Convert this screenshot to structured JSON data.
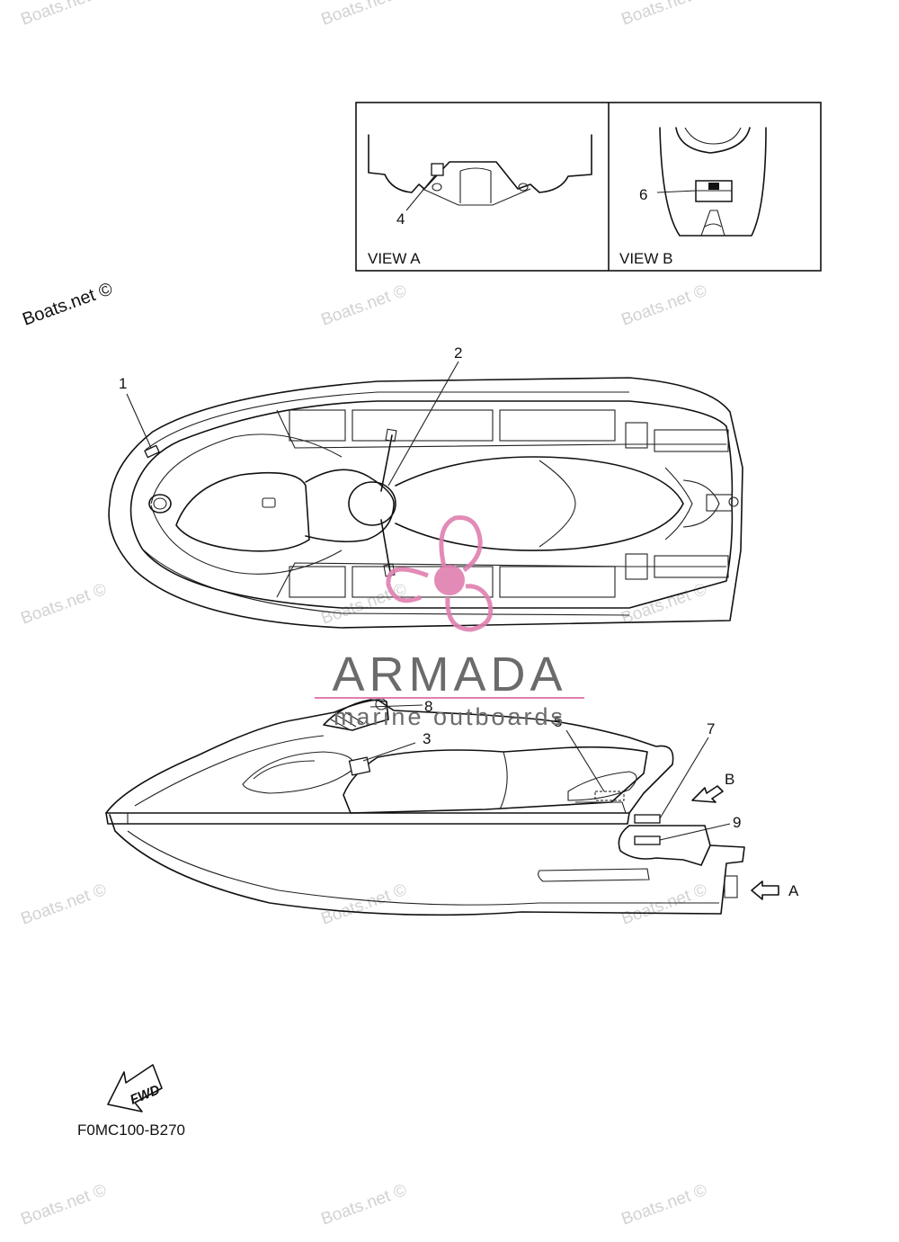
{
  "watermark_text": "Boats.net ©",
  "watermark_corner": "Boats.net ©",
  "inset_a": {
    "label": "VIEW A",
    "callout": "4"
  },
  "inset_b": {
    "label": "VIEW B",
    "callout": "6"
  },
  "callouts": {
    "c1": "1",
    "c2": "2",
    "c3": "3",
    "c5": "5",
    "c7": "7",
    "c8": "8",
    "c9": "9"
  },
  "view_arrows": {
    "a": "A",
    "b": "B"
  },
  "fwd_label": "FWD",
  "figure_code": "F0MC100-B270",
  "logo": {
    "name": "ARMADA",
    "tagline": "marine outboards",
    "brand_color": "#e07fb0",
    "text_color": "#6b6b6b"
  },
  "colors": {
    "line": "#111111",
    "watermark": "#d2d2d2"
  }
}
